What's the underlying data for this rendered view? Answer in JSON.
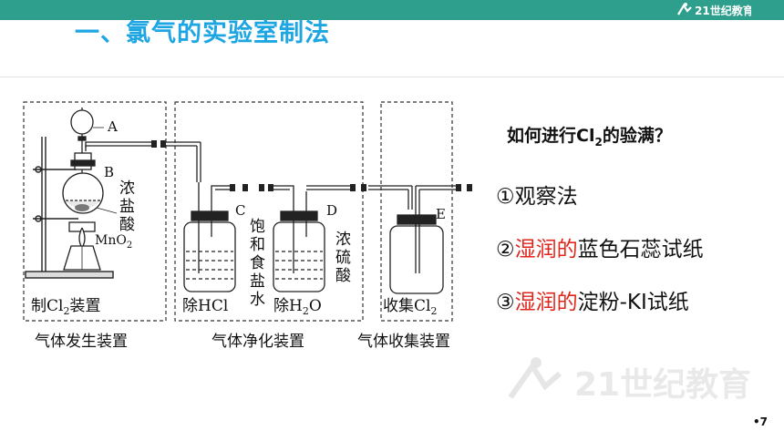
{
  "header": {
    "title": "一、氯气的实验室制法",
    "brand_logo": "21世纪教育"
  },
  "diagram": {
    "labels": {
      "A": "A",
      "B": "B",
      "C": "C",
      "D": "D",
      "E": "E",
      "conc": "浓",
      "salt": "盐",
      "acid": "酸",
      "mno2": "MnO",
      "mno2_sub": "2",
      "sat": "饱",
      "and": "和",
      "food": "食",
      "salt2": "盐",
      "water": "水",
      "conc2": "浓",
      "sulf": "硫",
      "acid2": "酸"
    },
    "box_captions": {
      "make_pre": "制Cl",
      "make_sub": "2",
      "make_post": "装置",
      "hcl": "除HCl",
      "h2o_pre": "除H",
      "h2o_sub": "2",
      "h2o_post": "O",
      "collect_pre": "收集Cl",
      "collect_sub": "2"
    },
    "section_captions": {
      "generation": "气体发生装置",
      "purification": "气体净化装置",
      "collection": "气体收集装置"
    }
  },
  "question": {
    "pre": "如何进行Cl",
    "sub": "2",
    "post": "的验满？"
  },
  "methods": [
    {
      "num": "①",
      "red": "",
      "text": "观察法"
    },
    {
      "num": "②",
      "red": "湿润的",
      "text": "蓝色石蕊试纸"
    },
    {
      "num": "③",
      "red": "湿润的",
      "text": "淀粉-KI试纸"
    }
  ],
  "watermark": "21世纪教育",
  "page_number": "•7",
  "colors": {
    "accent": "#1ea6e3",
    "highlight": "#e0261b",
    "topbar": "#2f9f8d"
  }
}
